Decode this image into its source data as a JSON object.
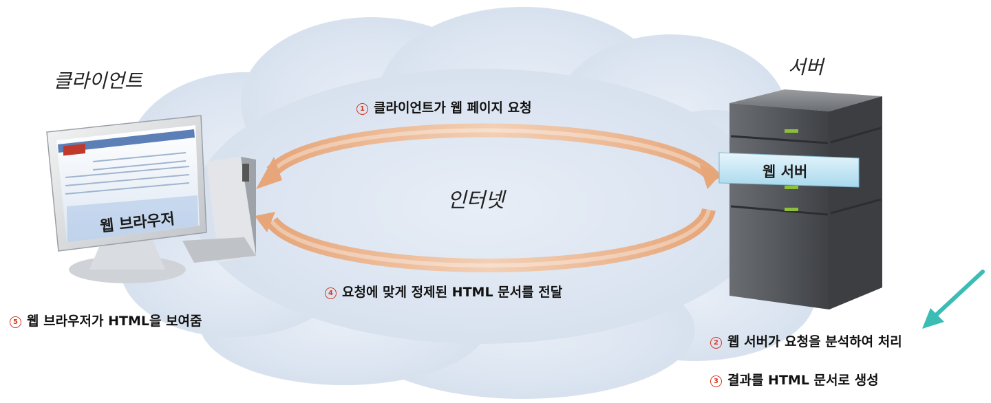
{
  "labels": {
    "client": "클라이언트",
    "server": "서버",
    "internet": "인터넷",
    "web_browser": "웹 브라우저",
    "web_server": "웹 서버"
  },
  "steps": [
    {
      "num": "1",
      "text": "클라이언트가 웹 페이지 요청"
    },
    {
      "num": "2",
      "text": "웹 서버가 요청을 분석하여 처리"
    },
    {
      "num": "3",
      "text": "결과를 HTML 문서로 생성"
    },
    {
      "num": "4",
      "text": "요청에 맞게 정제된 HTML 문서를 전달"
    },
    {
      "num": "5",
      "text": "웹 브라우저가 HTML을 보여줌"
    }
  ],
  "colors": {
    "cloud": "#dfe8f3",
    "arrow": "#e9b58f",
    "server_body": "#56595e",
    "server_light": "#8dbf3a",
    "banner": "#bfe3f3",
    "pointer_arrow": "#3bbcb4",
    "step_number": "#d23a2a"
  }
}
